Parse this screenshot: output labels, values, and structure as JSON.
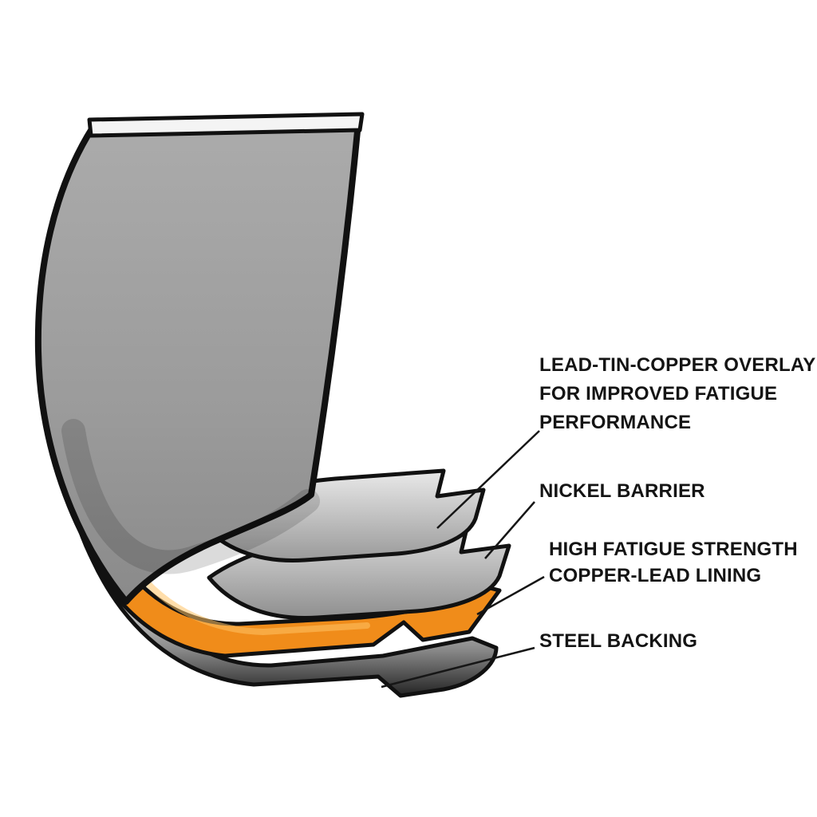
{
  "diagram": {
    "subject": "engine-bearing-material-layers-cutaway",
    "labels": {
      "overlay": {
        "line1": "LEAD-TIN-COPPER OVERLAY",
        "line2": "FOR IMPROVED FATIGUE",
        "line3": "PERFORMANCE"
      },
      "nickel": {
        "line1": "NICKEL BARRIER"
      },
      "copper_lead": {
        "line1": "HIGH FATIGUE STRENGTH",
        "line2": "COPPER-LEAD LINING"
      },
      "steel": {
        "line1": "STEEL BACKING"
      }
    },
    "layers": [
      {
        "name": "lead-tin-copper-overlay",
        "color": "#c9c9c9"
      },
      {
        "name": "nickel-barrier",
        "color": "#bdbdbd"
      },
      {
        "name": "copper-lead-lining",
        "color": "#f08c1a"
      },
      {
        "name": "steel-backing",
        "color": "#2b2b2b"
      }
    ],
    "colors": {
      "shell_gray": "#9d9d9d",
      "outline": "#111111",
      "orange": "#f08c1a",
      "label_text": "#141414",
      "background": "#ffffff"
    }
  }
}
